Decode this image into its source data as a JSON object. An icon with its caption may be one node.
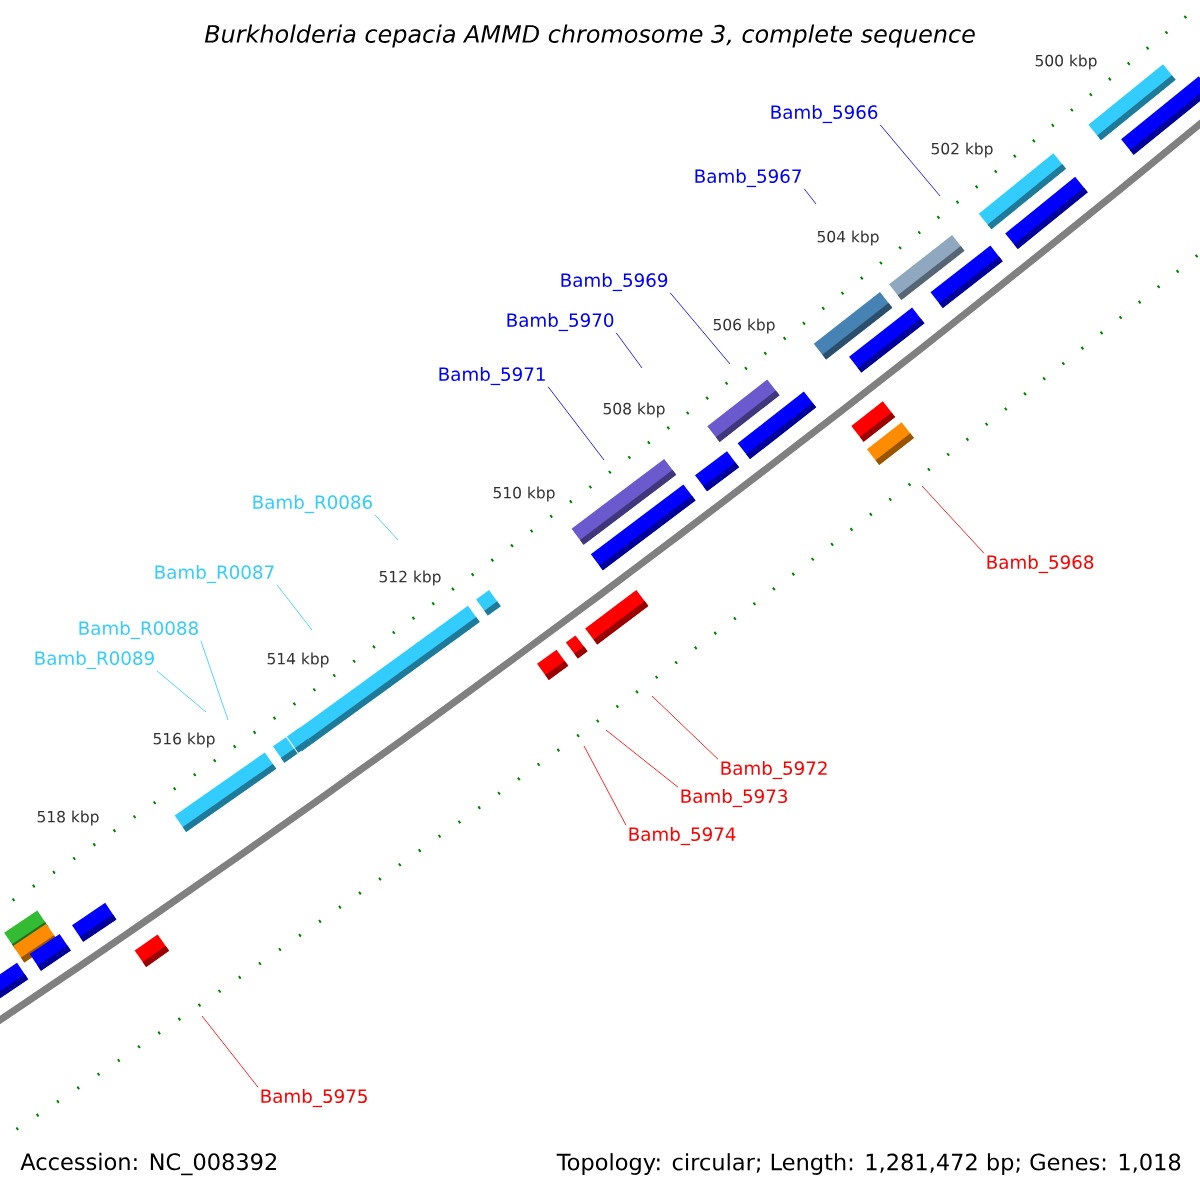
{
  "diagram": {
    "title": "Burkholderia cepacia AMMD chromosome 3, complete sequence",
    "nodes": [
      {
        "text": [
          "Bamb_5966"
        ]
      },
      {
        "text": [
          "Bamb_5967"
        ]
      },
      {
        "text": [
          "Bamb_5969"
        ]
      },
      {
        "text": [
          "Bamb_5970"
        ]
      },
      {
        "text": [
          "Bamb_5971"
        ]
      },
      {
        "text": [
          "Bamb_R0086"
        ]
      },
      {
        "text": [
          "Bamb_R0087"
        ]
      },
      {
        "text": [
          "Bamb_R0088"
        ]
      },
      {
        "text": [
          "Bamb_R0089"
        ]
      },
      {
        "text": [
          "Bamb_5968"
        ]
      },
      {
        "text": [
          "Bamb_5972"
        ]
      },
      {
        "text": [
          "Bamb_5973"
        ]
      },
      {
        "text": [
          "Bamb_5974"
        ]
      },
      {
        "text": [
          "Bamb_5975"
        ]
      }
    ],
    "edges": [
      {
        "from": 0,
        "to": null,
        "arrow": "none",
        "color": "#0000ff"
      },
      {
        "from": 1,
        "to": null,
        "arrow": "none",
        "color": "#0000ff"
      },
      {
        "from": 2,
        "to": null,
        "arrow": "none",
        "color": "#0000ff"
      },
      {
        "from": 3,
        "to": null,
        "arrow": "none",
        "color": "#0000ff"
      },
      {
        "from": 4,
        "to": null,
        "arrow": "none",
        "color": "#0000ff"
      },
      {
        "from": 5,
        "to": null,
        "arrow": "none",
        "color": "#33ccff"
      },
      {
        "from": 6,
        "to": null,
        "arrow": "none",
        "color": "#33ccff"
      },
      {
        "from": 7,
        "to": null,
        "arrow": "none",
        "color": "#33ccff"
      },
      {
        "from": 8,
        "to": null,
        "arrow": "none",
        "color": "#33ccff"
      },
      {
        "from": 9,
        "to": null,
        "arrow": "none",
        "color": "#ff0000"
      },
      {
        "from": 10,
        "to": null,
        "arrow": "none",
        "color": "#ff0000"
      },
      {
        "from": 11,
        "to": null,
        "arrow": "none",
        "color": "#ff0000"
      },
      {
        "from": 12,
        "to": null,
        "arrow": "none",
        "color": "#ff0000"
      },
      {
        "from": 13,
        "to": null,
        "arrow": "none",
        "color": "#ff0000"
      }
    ],
    "labels": [
      "500 kbp",
      "502 kbp",
      "504 kbp",
      "506 kbp",
      "508 kbp",
      "510 kbp",
      "512 kbp",
      "514 kbp",
      "516 kbp",
      "518 kbp",
      "Accession: NC_008392",
      "Topology: circular; Length: 1,281,472 bp; Genes: 1,018"
    ]
  }
}
